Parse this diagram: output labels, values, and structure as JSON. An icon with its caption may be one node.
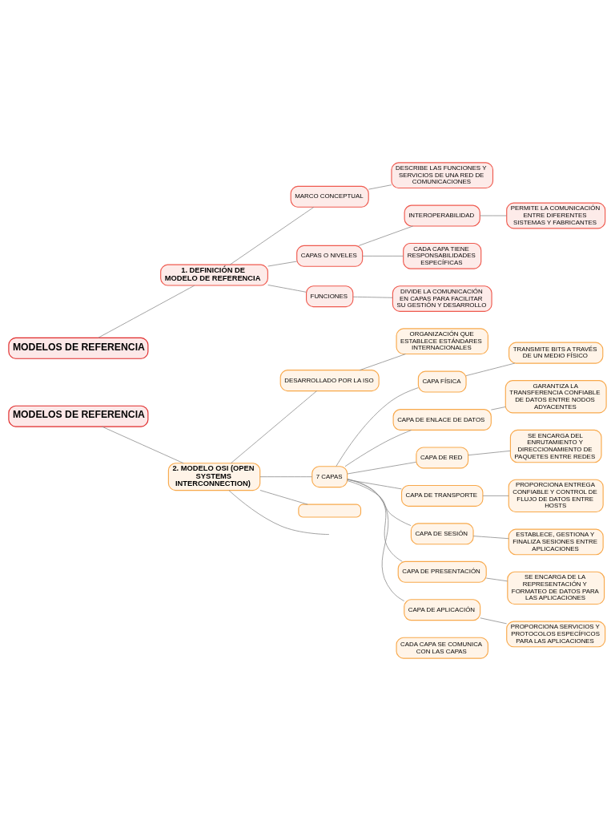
{
  "diagram": {
    "nodes": [
      {
        "text": [
          "MODELOS DE REFERENCIA"
        ]
      },
      {
        "text": [
          "1. DEFINICIÓN DE MODELO DE REFERENCIA"
        ]
      },
      {
        "text": [
          "MARCO CONCEPTUAL"
        ]
      },
      {
        "text": [
          "CAPAS O NIVELES"
        ]
      },
      {
        "text": [
          "FUNCIONES"
        ]
      },
      {
        "text": [
          "DESCRIBE LAS FUNCIONES Y SERVICIOS DE UNA RED DE COMUNICACIONES"
        ]
      },
      {
        "text": [
          "INTEROPERABILIDAD"
        ]
      },
      {
        "text": [
          "CADA CAPA TIENE RESPONSABILIDADES ESPECÍFICAS"
        ]
      },
      {
        "text": [
          "DIVIDE LA COMUNICACIÓN EN CAPAS PARA FACILITAR SU GESTIÓN Y DESARROLLO"
        ]
      },
      {
        "text": [
          "PERMITE LA COMUNICACIÓN ENTRE DIFERENTES SISTEMAS Y FABRICANTES"
        ]
      },
      {
        "text": [
          "MODELOS DE REFERENCIA"
        ]
      },
      {
        "text": [
          "2. MODELO OSI (OPEN SYSTEMS INTERCONNECTION)"
        ]
      },
      {
        "text": [
          "DESARROLLADO POR LA ISO"
        ]
      },
      {
        "text": [
          "ORGANIZACIÓN QUE ESTABLECE ESTÁNDARES INTERNACIONALES"
        ]
      },
      {
        "text": [
          "7 CAPAS"
        ]
      },
      {
        "text": [
          "CAPA FÍSICA"
        ]
      },
      {
        "text": [
          "TRANSMITE BITS A TRAVÉS DE UN MEDIO FÍSICO"
        ]
      },
      {
        "text": [
          "CAPA DE ENLACE DE DATOS"
        ]
      },
      {
        "text": [
          "GARANTIZA LA TRANSFERENCIA CONFIABLE DE DATOS ENTRE NODOS ADYACENTES"
        ]
      },
      {
        "text": [
          "CAPA DE RED"
        ]
      },
      {
        "text": [
          "SE ENCARGA DEL ENRUTAMIENTO Y DIRECCIONAMIENTO DE PAQUETES ENTRE REDES"
        ]
      },
      {
        "text": [
          "CAPA DE TRANSPORTE"
        ]
      },
      {
        "text": [
          "PROPORCIONA ENTREGA CONFIABLE Y CONTROL DE FLUJO DE DATOS ENTRE HOSTS"
        ]
      },
      {
        "text": [
          "CAPA DE SESIÓN"
        ]
      },
      {
        "text": [
          "ESTABLECE, GESTIONA Y FINALIZA SESIONES ENTRE APLICACIONES"
        ]
      },
      {
        "text": [
          "CAPA DE PRESENTACIÓN"
        ]
      },
      {
        "text": [
          "SE ENCARGA DE LA REPRESENTACIÓN Y FORMATEO DE DATOS PARA LAS APLICACIONES"
        ]
      },
      {
        "text": [
          "CAPA DE APLICACIÓN"
        ]
      },
      {
        "text": [
          "PROPORCIONA SERVICIOS Y PROTOCOLOS ESPECÍFICOS PARA LAS APLICACIONES"
        ]
      },
      {
        "text": [],
        "shape": "box"
      },
      {
        "text": [
          "CADA CAPA SE COMUNICA CON LAS CAPAS"
        ]
      }
    ],
    "edges": [
      {
        "from": 0,
        "to": 1,
        "arrow": "none"
      },
      {
        "from": 1,
        "to": 2,
        "arrow": "none"
      },
      {
        "from": 1,
        "to": 3,
        "arrow": "none"
      },
      {
        "from": 1,
        "to": 4,
        "arrow": "none"
      },
      {
        "from": 2,
        "to": 5,
        "arrow": "none"
      },
      {
        "from": 3,
        "to": 6,
        "arrow": "none"
      },
      {
        "from": 3,
        "to": 7,
        "arrow": "none"
      },
      {
        "from": 4,
        "to": 8,
        "arrow": "none"
      },
      {
        "from": 6,
        "to": 9,
        "arrow": "none"
      },
      {
        "from": 10,
        "to": 11,
        "arrow": "none"
      },
      {
        "from": 11,
        "to": 12,
        "arrow": "none"
      },
      {
        "from": 12,
        "to": 13,
        "arrow": "none"
      },
      {
        "from": 11,
        "to": 14,
        "arrow": "none"
      },
      {
        "from": 14,
        "to": 15,
        "arrow": "none"
      },
      {
        "from": 15,
        "to": 16,
        "arrow": "none"
      },
      {
        "from": 14,
        "to": 17,
        "arrow": "none"
      },
      {
        "from": 17,
        "to": 18,
        "arrow": "none"
      },
      {
        "from": 14,
        "to": 19,
        "arrow": "none"
      },
      {
        "from": 19,
        "to": 20,
        "arrow": "none"
      },
      {
        "from": 14,
        "to": 21,
        "arrow": "none"
      },
      {
        "from": 21,
        "to": 22,
        "arrow": "none"
      },
      {
        "from": 14,
        "to": 23,
        "arrow": "none"
      },
      {
        "from": 23,
        "to": 24,
        "arrow": "none"
      },
      {
        "from": 14,
        "to": 25,
        "arrow": "none"
      },
      {
        "from": 25,
        "to": 26,
        "arrow": "none"
      },
      {
        "from": 14,
        "to": 27,
        "arrow": "none"
      },
      {
        "from": 27,
        "to": 28,
        "arrow": "none"
      },
      {
        "from": 11,
        "to": 29,
        "arrow": "none"
      },
      {
        "from": 11,
        "to": null,
        "arrow": "none"
      }
    ]
  }
}
